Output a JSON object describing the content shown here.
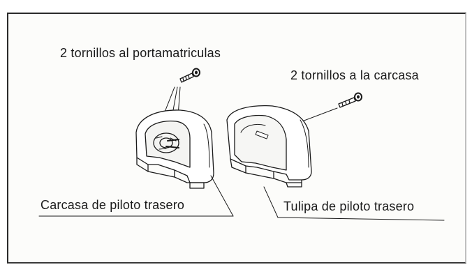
{
  "labels": {
    "screws_plate": "2 tornillos al portamatriculas",
    "screws_housing": "2 tornillos a la carcasa",
    "housing": "Carcasa de piloto trasero",
    "lens": "Tulipa de piloto trasero"
  },
  "colors": {
    "ink": "#1a1a1a",
    "frame": "#2a2a2a",
    "paper": "#fcfcfa"
  }
}
